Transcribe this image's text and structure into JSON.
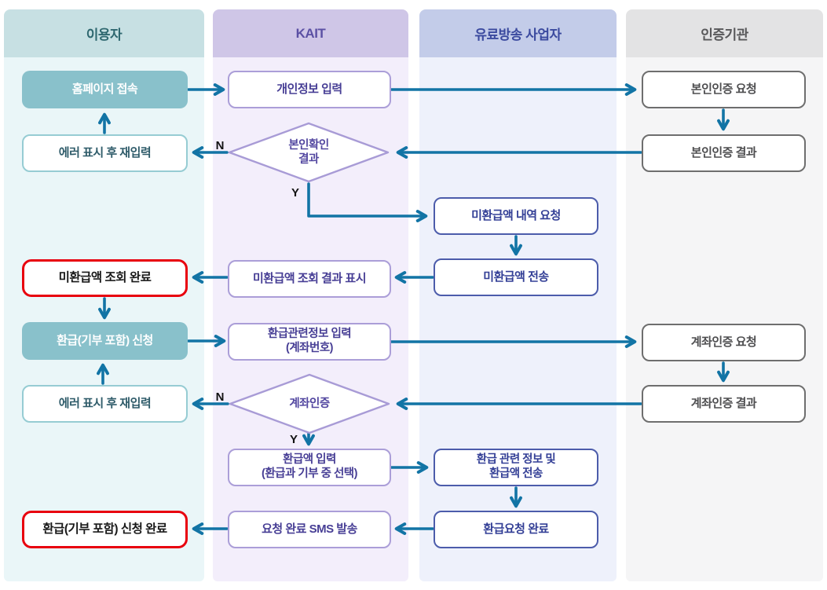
{
  "lanes": [
    {
      "label": "이용자"
    },
    {
      "label": "KAIT"
    },
    {
      "label": "유료방송 사업자"
    },
    {
      "label": "인증기관"
    }
  ],
  "nodes": {
    "homepage_access": {
      "label": "홈페이지 접속"
    },
    "error_retry_top": {
      "label": "에러 표시 후 재입력"
    },
    "unrefunded_lookup_done": {
      "label": "미환급액 조회 완료"
    },
    "refund_apply": {
      "label": "환급(기부 포함) 신청"
    },
    "error_retry_bottom": {
      "label": "에러 표시 후 재입력"
    },
    "refund_apply_done": {
      "label": "환급(기부 포함) 신청 완료"
    },
    "personal_info_input": {
      "label": "개인정보 입력"
    },
    "identity_check": {
      "line1": "본인확인",
      "line2": "결과"
    },
    "unrefunded_result_display": {
      "label": "미환급액 조회 결과 표시"
    },
    "refund_info_input": {
      "line1": "환급관련정보 입력",
      "line2": "(계좌번호)"
    },
    "account_check": {
      "label": "계좌인증"
    },
    "refund_amount_input": {
      "line1": "환급액 입력",
      "line2": "(환급과 기부 중 선택)"
    },
    "sms_send": {
      "label": "요청 완료 SMS 발송"
    },
    "unrefunded_detail_request": {
      "label": "미환급액 내역 요청"
    },
    "unrefunded_send": {
      "label": "미환급액 전송"
    },
    "refund_info_send": {
      "line1": "환급 관련 정보 및",
      "line2": "환급액 전송"
    },
    "refund_request_done": {
      "label": "환급요청 완료"
    },
    "identity_verify_request": {
      "label": "본인인증 요청"
    },
    "identity_verify_result": {
      "label": "본인인증 결과"
    },
    "account_verify_request": {
      "label": "계좌인증 요청"
    },
    "account_verify_result": {
      "label": "계좌인증 결과"
    }
  },
  "branch_labels": {
    "yes": "Y",
    "no": "N"
  },
  "colors": {
    "arrow": "#1274a5",
    "red_border": "#e8000e",
    "user_fill": "#89c1cb",
    "user_header": "#c7e0e3",
    "kait_header": "#cfc6e7",
    "operator_header": "#c3cce9",
    "certifier_header": "#e3e3e4",
    "kait_box_border": "#ab9ed8",
    "operator_box_border": "#4c5cab",
    "certifier_box_border": "#6e6e6e"
  }
}
